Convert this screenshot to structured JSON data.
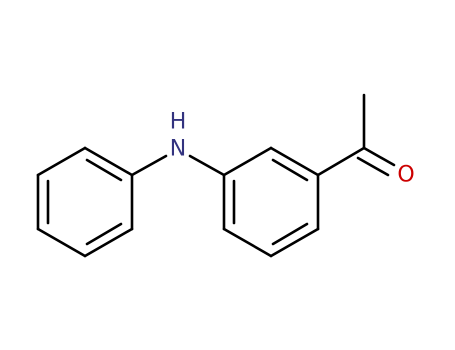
{
  "molecule": {
    "atoms": {
      "nitrogen": {
        "symbol": "N",
        "color": "#33337f"
      },
      "hydrogen": {
        "symbol": "H",
        "color": "#33337f"
      },
      "oxygen": {
        "symbol": "O",
        "color": "#cc0000"
      }
    },
    "bond_color": "#000000"
  }
}
